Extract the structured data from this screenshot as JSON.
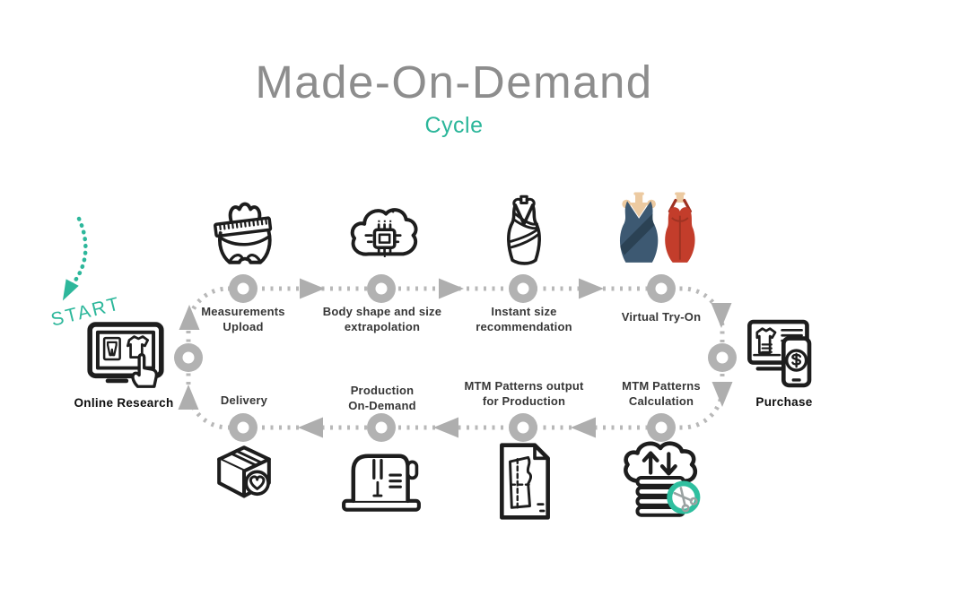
{
  "title": "Made-On-Demand",
  "subtitle": "Cycle",
  "start_label": "START",
  "colors": {
    "title_gray": "#8d8d8d",
    "accent_teal": "#2bb69a",
    "loop_gray": "#b5b5b5",
    "icon_black": "#1d1d1d",
    "dress_navy": "#3d5972",
    "dress_navy_dark": "#2b4254",
    "dress_red": "#c33d2b",
    "dress_red_dark": "#9e3222",
    "mannequin_tan": "#eccaa1",
    "scissors_gray": "#9aa2a2"
  },
  "steps": {
    "online_research": {
      "label": "Online Research",
      "icon": "online-research-icon"
    },
    "measurements_upload": {
      "label": "Measurements\nUpload",
      "icon": "measuring-tape-body-icon"
    },
    "body_shape": {
      "label": "Body shape and size\nextrapolation",
      "icon": "cloud-chip-icon"
    },
    "instant_size": {
      "label": "Instant size\nrecommendation",
      "icon": "dress-outline-icon"
    },
    "virtual_try_on": {
      "label": "Virtual Try-On",
      "icon": "two-dresses-icon"
    },
    "purchase": {
      "label": "Purchase",
      "icon": "monitor-phone-dollar-icon"
    },
    "mtm_calculation": {
      "label": "MTM Patterns\nCalculation",
      "icon": "cloud-scissors-icon"
    },
    "mtm_output": {
      "label": "MTM Patterns output\nfor Production",
      "icon": "pattern-sheet-icon"
    },
    "production": {
      "label": "Production\nOn-Demand",
      "icon": "sewing-machine-icon"
    },
    "delivery": {
      "label": "Delivery",
      "icon": "delivery-box-icon"
    }
  }
}
